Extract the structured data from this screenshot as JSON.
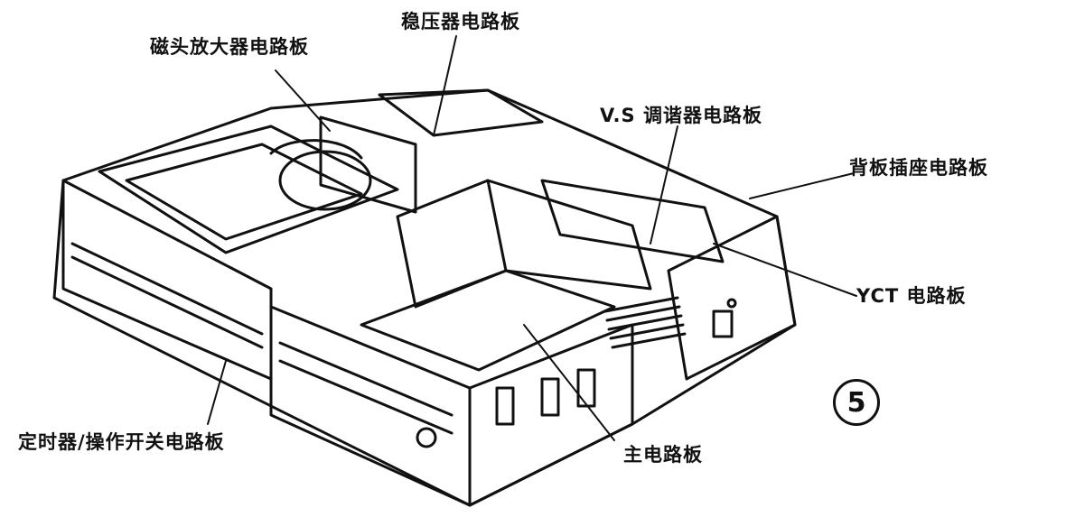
{
  "labels": {
    "head_amp_board": "磁头放大器电路板",
    "regulator_board": "稳压器电路板",
    "vs_tuner_board": "V.S 调谐器电路板",
    "back_socket_board": "背板插座电路板",
    "yct_board": "YCT 电路板",
    "timer_switch_board": "定时器/操作开关电路板",
    "main_board": "主电路板"
  },
  "figure_number": "5"
}
